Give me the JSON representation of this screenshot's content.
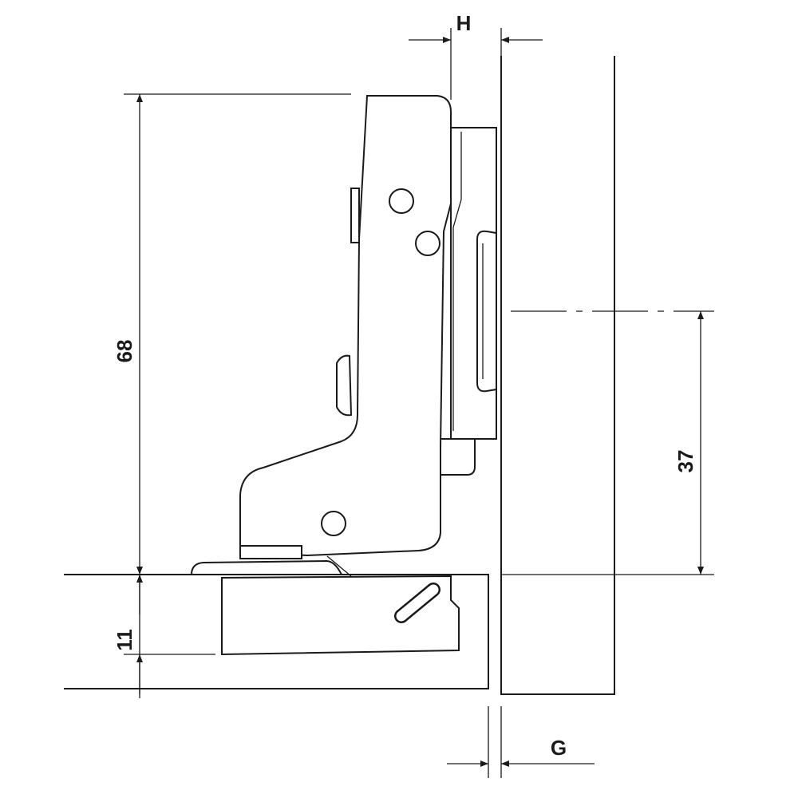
{
  "drawing": {
    "dimensions": {
      "H": "H",
      "height_68": "68",
      "offset_37": "37",
      "cup_depth_11": "11",
      "G": "G"
    },
    "colors": {
      "line": "#1a1a1a",
      "background": "#ffffff"
    }
  }
}
